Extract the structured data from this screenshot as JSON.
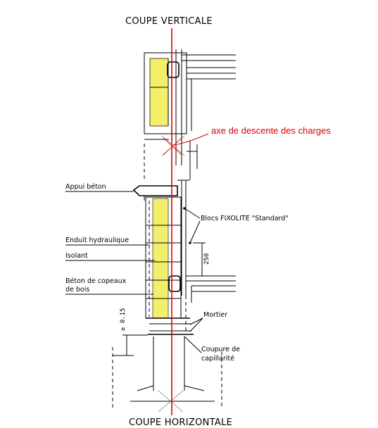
{
  "diagram": {
    "title_top": "COUPE VERTICALE",
    "title_bottom": "COUPE HORIZONTALE",
    "red_annotation": "axe de descente des charges",
    "labels": {
      "appui": "Appui béton",
      "blocs": "Blocs FIXOLITE \"Standard\"",
      "enduit": "Enduit hydraulique",
      "isolant": "Isolant",
      "beton_copeaux_1": "Béton de copeaux",
      "beton_copeaux_2": "de bois",
      "mortier": "Mortier",
      "coupure_1": "Coupure de",
      "coupure_2": "capillarité"
    },
    "dimensions": {
      "dim_250": "250",
      "dim_015": "≥ 0.15"
    },
    "colors": {
      "insulation": "#f2ef6a",
      "axis": "#e00000",
      "ink": "#000000"
    }
  }
}
